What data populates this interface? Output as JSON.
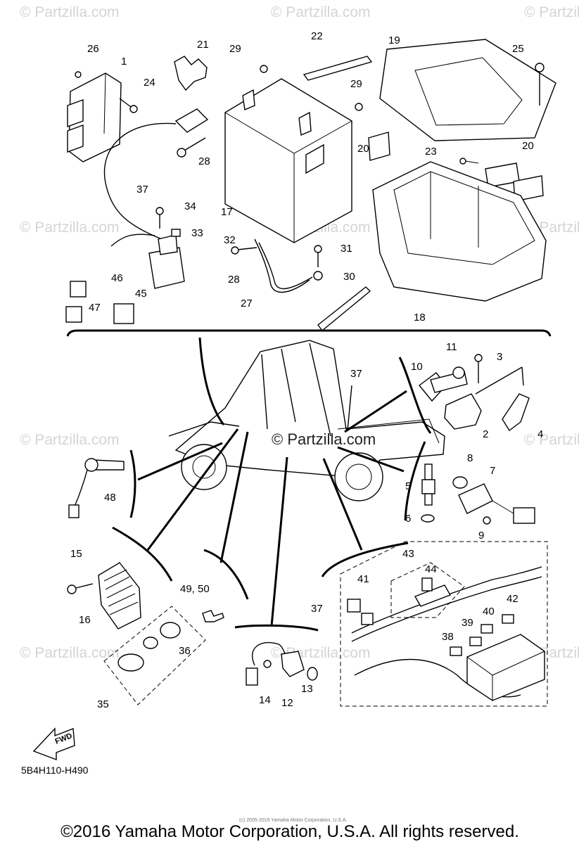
{
  "watermarks": [
    "© Partzilla.com"
  ],
  "center_watermark": "© Partzilla.com",
  "diagram_code": "5B4H110-H490",
  "fwd_label": "FWD",
  "footer": "©2016 Yamaha Motor Corporation, U.S.A. All rights reserved.",
  "fine_print": "(c) 2005-2016 Yamaha Motor Corporation, U.S.A.",
  "labels": {
    "p1": "1",
    "p2": "2",
    "p3": "3",
    "p4": "4",
    "p5": "5",
    "p6": "6",
    "p7": "7",
    "p8": "8",
    "p9": "9",
    "p10": "10",
    "p11": "11",
    "p12": "12",
    "p13": "13",
    "p14": "14",
    "p15": "15",
    "p16": "16",
    "p17": "17",
    "p18": "18",
    "p19": "19",
    "p20a": "20",
    "p20b": "20",
    "p21": "21",
    "p22": "22",
    "p23": "23",
    "p24": "24",
    "p25": "25",
    "p26": "26",
    "p27": "27",
    "p28a": "28",
    "p28b": "28",
    "p29a": "29",
    "p29b": "29",
    "p30": "30",
    "p31": "31",
    "p32": "32",
    "p33": "33",
    "p34": "34",
    "p35": "35",
    "p36": "36",
    "p37a": "37",
    "p37b": "37",
    "p37c": "37",
    "p38": "38",
    "p39": "39",
    "p40": "40",
    "p41": "41",
    "p42": "42",
    "p43": "43",
    "p44": "44",
    "p45": "45",
    "p46": "46",
    "p47": "47",
    "p48": "48",
    "p4950": "49, 50"
  }
}
